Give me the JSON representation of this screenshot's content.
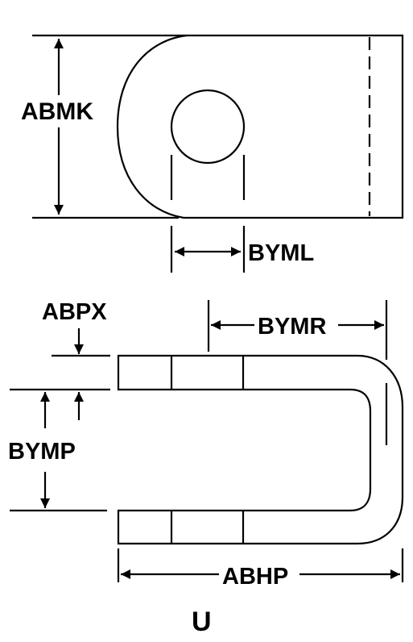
{
  "diagram": {
    "colors": {
      "line": "#000000",
      "background": "#ffffff"
    },
    "top_view": {
      "dimension_labels": {
        "height": "ABMK",
        "slot_width": "BYML"
      }
    },
    "side_view": {
      "dimension_labels": {
        "thickness": "ABPX",
        "bend_length": "BYMR",
        "gap": "BYMP",
        "overall_length": "ABHP"
      }
    },
    "caption": "U"
  }
}
